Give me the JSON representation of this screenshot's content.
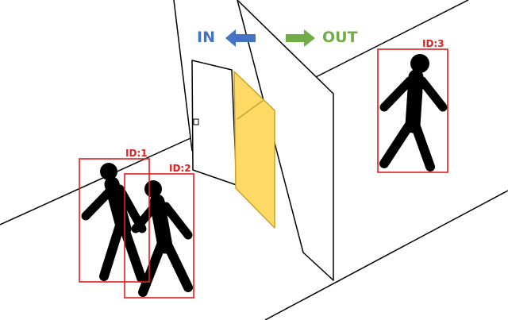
{
  "direction": {
    "in_label": "IN",
    "out_label": "OUT",
    "in_color": "#4472C4",
    "out_color": "#70AD47"
  },
  "detections": [
    {
      "id_label": "ID:1"
    },
    {
      "id_label": "ID:2"
    },
    {
      "id_label": "ID:3"
    }
  ],
  "colors": {
    "box": "#E02020",
    "door_fill": "#FFD966",
    "door_stroke": "#C9A227",
    "person": "#000000"
  }
}
